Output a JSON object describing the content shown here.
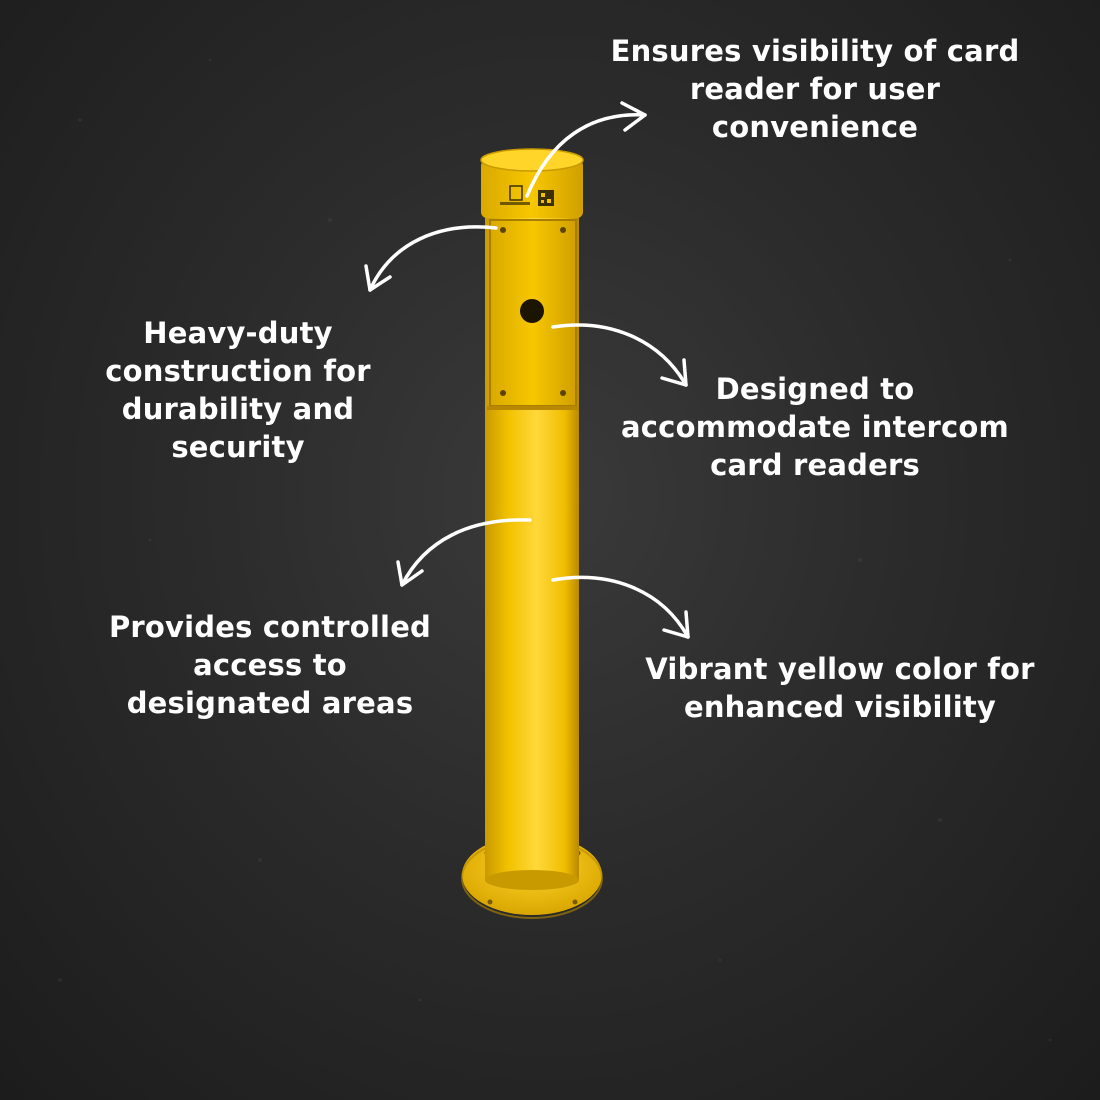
{
  "callouts": {
    "card_reader_visibility": [
      "Ensures visibility of card",
      "reader for user",
      "convenience"
    ],
    "heavy_duty": [
      "Heavy-duty",
      "construction for",
      "durability and",
      "security"
    ],
    "intercom": [
      "Designed to",
      "accommodate intercom",
      "card readers"
    ],
    "controlled_access": [
      "Provides controlled",
      "access to",
      "designated areas"
    ],
    "vibrant_color": [
      "Vibrant yellow color for",
      "enhanced visibility"
    ]
  },
  "colors": {
    "post_yellow": "#f2c200",
    "post_shadow": "#c99a00",
    "post_highlight": "#ffd83a",
    "background": "#2b2b2b",
    "text": "#ffffff"
  }
}
